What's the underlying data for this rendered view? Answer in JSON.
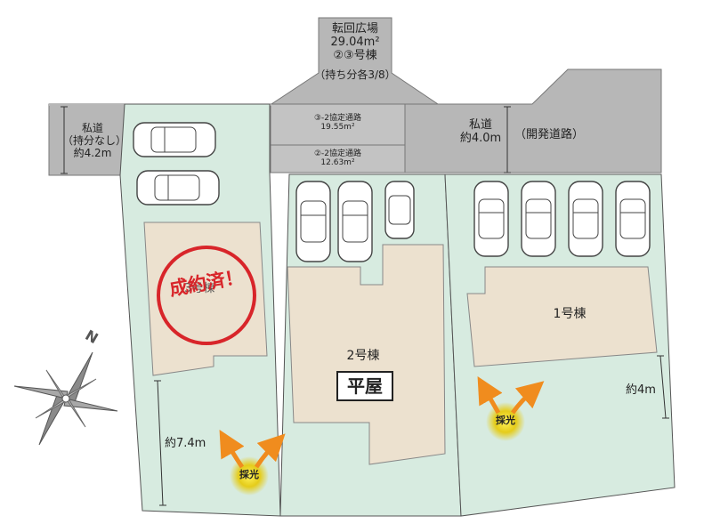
{
  "turnaround": {
    "title": "転回広場",
    "area": "29.04m²",
    "units": "②③号棟",
    "share": "（持ち分各3/8）"
  },
  "road_left": {
    "label": "私道",
    "share": "（持分なし）",
    "width": "約4.2m"
  },
  "road_right": {
    "label": "私道",
    "width": "約4.0m",
    "note": "（開発道路）"
  },
  "agreement_paths": [
    {
      "label": "③-2協定通路",
      "area": "19.55m²"
    },
    {
      "label": "②-2協定通路",
      "area": "12.63m²"
    }
  ],
  "buildings": {
    "b1": {
      "label": "1号棟"
    },
    "b2": {
      "label": "2号棟",
      "type": "平屋"
    },
    "b3": {
      "label": "3号棟",
      "stamp": "成約済！"
    }
  },
  "dimensions": {
    "lot3_depth": "約7.4m",
    "lot1_depth": "約4m"
  },
  "sunlight": {
    "label": "採光"
  },
  "compass": {
    "north": "N"
  },
  "colors": {
    "lot_green": "#d7ebe0",
    "house": "#ece1cf",
    "road_gray": "#b7b7b7",
    "stamp_red": "#d8252a",
    "sun_arrow": "#f08c1e"
  }
}
